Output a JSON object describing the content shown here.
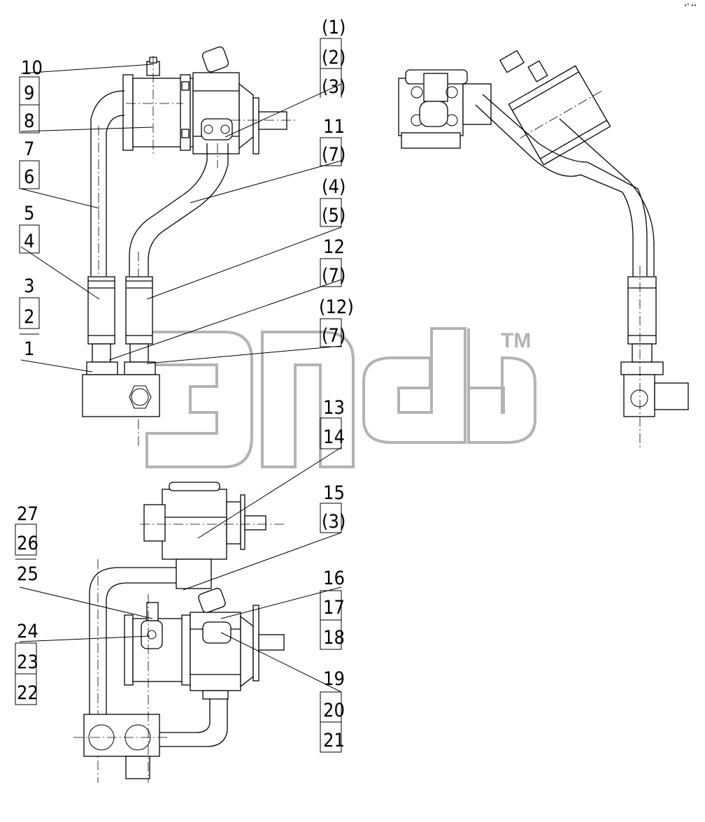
{
  "labels": {
    "l1": "(1)",
    "l2": "(2)",
    "l3": "(3)",
    "l4": "11",
    "l5": "(7)",
    "l6": "(4)",
    "l7": "(5)",
    "l8": "12",
    "l9": "(7)",
    "l10": "(12)",
    "l11": "(7)",
    "r10": "10",
    "r9": "9",
    "r8": "8",
    "r7": "7",
    "r6": "6",
    "r5": "5",
    "r4": "4",
    "r3": "3",
    "r2": "2",
    "r1": "1",
    "b13": "13",
    "b14": "14",
    "b15": "15",
    "b3": "(3)",
    "b16": "16",
    "b17": "17",
    "b18": "18",
    "b19": "19",
    "b20": "20",
    "b21": "21",
    "b27": "27",
    "b26": "26",
    "b25": "25",
    "b24": "24",
    "b23": "23",
    "b22": "22"
  },
  "watermark": {
    "tm": "TM"
  },
  "corner_mark": "•° ••"
}
